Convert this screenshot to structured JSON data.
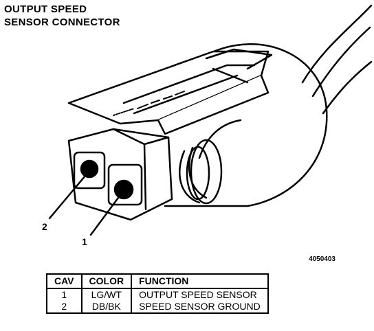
{
  "title": {
    "line1": "OUTPUT SPEED",
    "line2": "SENSOR CONNECTOR"
  },
  "callouts": {
    "pin2": "2",
    "pin1": "1"
  },
  "figure_id": "4050403",
  "table": {
    "headers": {
      "cav": "CAV",
      "color": "COLOR",
      "function": "FUNCTION"
    },
    "rows": [
      {
        "cav": "1",
        "color": "LG/WT",
        "function": "OUTPUT SPEED SENSOR"
      },
      {
        "cav": "2",
        "color": "DB/BK",
        "function": "SPEED SENSOR GROUND"
      }
    ]
  }
}
